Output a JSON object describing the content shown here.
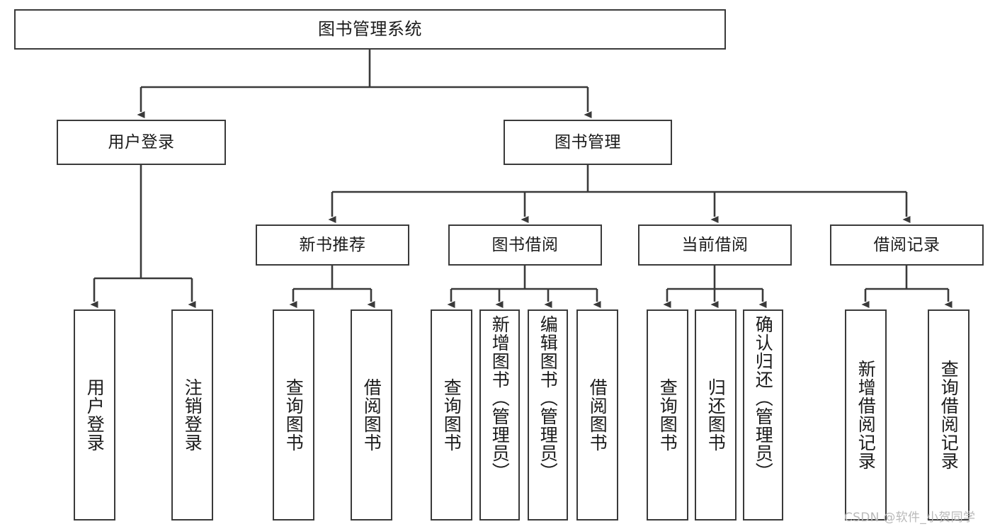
{
  "diagram": {
    "type": "tree-hierarchy-chart",
    "title": "图书管理系统",
    "watermark": "CSDN @软件_小贺同学",
    "colors": {
      "stroke": "#3a3a3a",
      "fill": "#ffffff",
      "text": "#1b1b1b",
      "watermark": "#b9b9b9"
    },
    "levels": {
      "level1": {
        "label": "图书管理系统"
      },
      "level2": [
        {
          "label": "用户登录"
        },
        {
          "label": "图书管理"
        }
      ],
      "level3": [
        {
          "label": "新书推荐"
        },
        {
          "label": "图书借阅"
        },
        {
          "label": "当前借阅"
        },
        {
          "label": "借阅记录"
        }
      ],
      "leaves_user_login": [
        {
          "label": "用户登录"
        },
        {
          "label": "注销登录"
        }
      ],
      "leaves_new_book": [
        {
          "label": "查询图书"
        },
        {
          "label": "借阅图书"
        }
      ],
      "leaves_borrow": [
        {
          "label": "查询图书"
        },
        {
          "label": "新增图书（管理员）"
        },
        {
          "label": "编辑图书（管理员）"
        },
        {
          "label": "借阅图书"
        }
      ],
      "leaves_current": [
        {
          "label": "查询图书"
        },
        {
          "label": "归还图书"
        },
        {
          "label": "确认归还（管理员）"
        }
      ],
      "leaves_record": [
        {
          "label": "新增借阅记录"
        },
        {
          "label": "查询借阅记录"
        }
      ]
    }
  }
}
